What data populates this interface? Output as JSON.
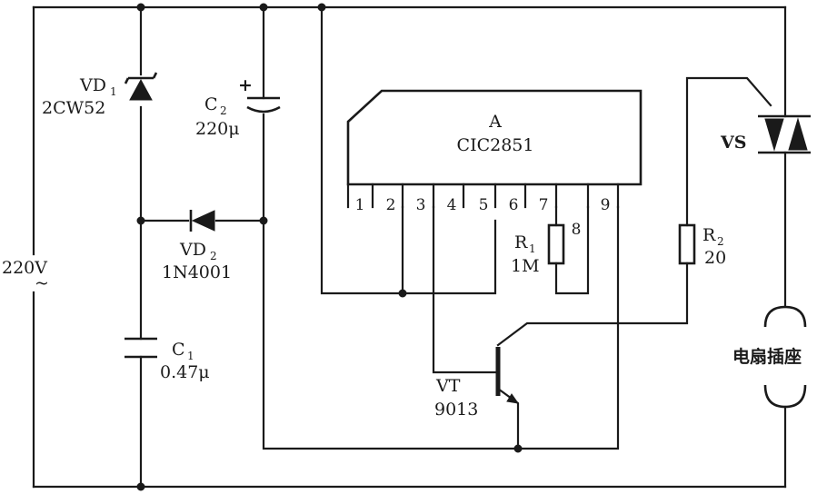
{
  "vd1": {
    "name": "VD",
    "sub": "1",
    "part": "2CW52"
  },
  "c2": {
    "name": "C",
    "sub": "2",
    "value": "220μ",
    "polarity": "+"
  },
  "ic": {
    "ref": "A",
    "part": "CIC2851",
    "pins": [
      "1",
      "2",
      "3",
      "4",
      "5",
      "6",
      "7",
      "8",
      "9"
    ]
  },
  "vs": {
    "name": "VS"
  },
  "vd2": {
    "name": "VD",
    "sub": "2",
    "part": "1N4001"
  },
  "supply": {
    "voltage": "220V",
    "ac": "~"
  },
  "r1": {
    "name": "R",
    "sub": "1",
    "value": "1M"
  },
  "r2": {
    "name": "R",
    "sub": "2",
    "value": "20"
  },
  "socket": {
    "label": "电扇插座"
  },
  "c1": {
    "name": "C",
    "sub": "1",
    "value": "0.47μ"
  },
  "vt": {
    "name": "VT",
    "part": "9013"
  }
}
